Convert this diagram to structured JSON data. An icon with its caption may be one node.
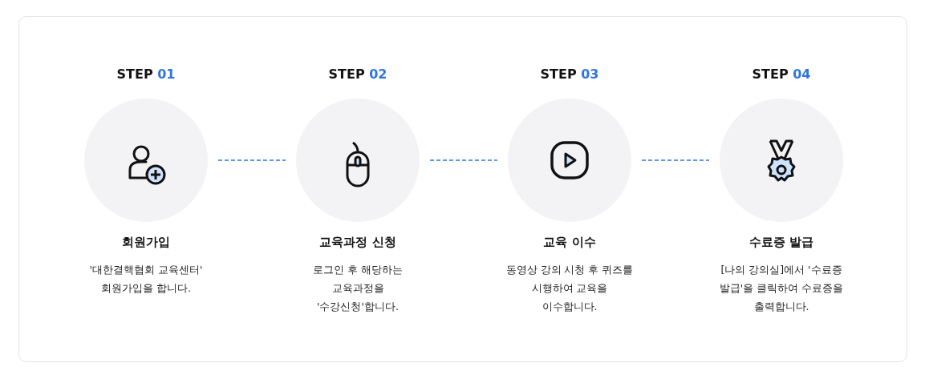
{
  "diagram": {
    "nodes": [
      {
        "text": [
          "STEP 01",
          "회원가입",
          "'대한결핵협회 교육센터' 회원가입을 합니다."
        ]
      },
      {
        "text": [
          "STEP 02",
          "교육과정 신청",
          "로그인 후 해당하는 교육과정을 '수강신청'합니다."
        ]
      },
      {
        "text": [
          "STEP 03",
          "교육 이수",
          "동영상 강의 시청 후 퀴즈를 시행하여 교육을 이수합니다."
        ]
      },
      {
        "text": [
          "STEP 04",
          "수료증 발급",
          "[나의 강의실]에서 '수료증 발급'을 클릭하여 수료증을 출력합니다."
        ]
      }
    ],
    "edges": [
      {
        "from": 0,
        "to": 1,
        "arrow": "none",
        "style": "dashed"
      },
      {
        "from": 1,
        "to": 2,
        "arrow": "none",
        "style": "dashed"
      },
      {
        "from": 2,
        "to": 3,
        "arrow": "none",
        "style": "dashed"
      }
    ]
  }
}
